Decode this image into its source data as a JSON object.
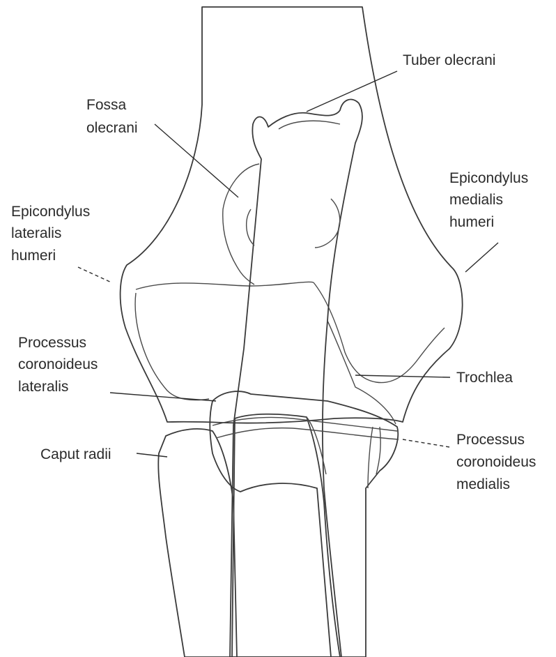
{
  "colors": {
    "humerus": "#fad888",
    "ulna": "#a9d3d3",
    "ulna_coronoid": "#b4e1e1",
    "radius": "#f8bf9e",
    "overlap": "#9fb2b0",
    "outline": "#3a3a3a"
  },
  "labels": {
    "tuber_olecrani": [
      "Tuber olecrani"
    ],
    "fossa_olecrani": [
      "Fossa",
      "olecrani"
    ],
    "epicondylus_medialis": [
      "Epicondylus",
      "medialis",
      "humeri"
    ],
    "epicondylus_lateralis": [
      "Epicondylus",
      "lateralis",
      "humeri"
    ],
    "processus_coronoideus_lateralis": [
      "Processus",
      "coronoideus",
      "lateralis"
    ],
    "trochlea": [
      "Trochlea"
    ],
    "caput_radii": [
      "Caput radii"
    ],
    "processus_coronoideus_medialis": [
      "Processus",
      "coronoideus",
      "medialis"
    ]
  }
}
